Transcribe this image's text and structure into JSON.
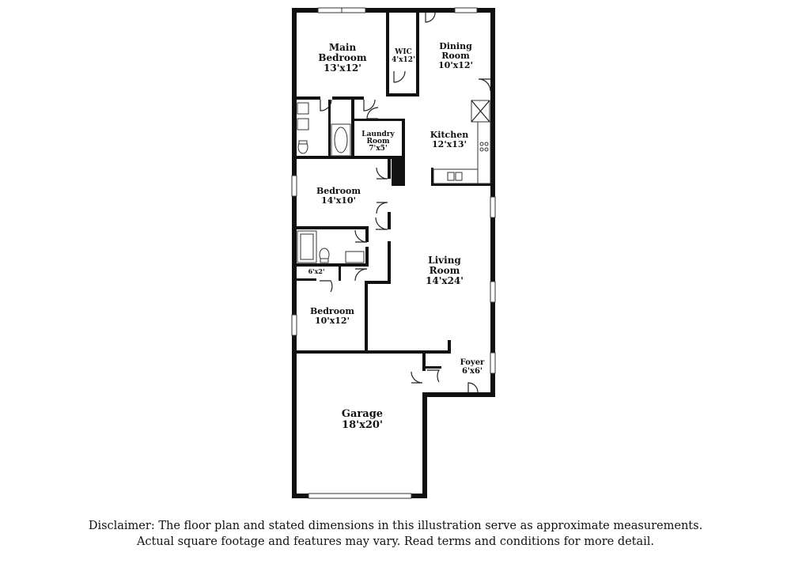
{
  "rooms": {
    "main_bedroom": {
      "name_1": "Main",
      "name_2": "Bedroom",
      "dims": "13'x12'"
    },
    "wic": {
      "name": "WIC",
      "dims": "4'x12'"
    },
    "dining": {
      "name_1": "Dining",
      "name_2": "Room",
      "dims": "10'x12'"
    },
    "kitchen": {
      "name": "Kitchen",
      "dims": "12'x13'"
    },
    "laundry": {
      "name_1": "Laundry",
      "name_2": "Room",
      "dims": "7'x5'"
    },
    "bedroom_2": {
      "name": "Bedroom",
      "dims": "14'x10'"
    },
    "closet": {
      "dims": "6'x2'"
    },
    "living": {
      "name_1": "Living",
      "name_2": "Room",
      "dims": "14'x24'"
    },
    "bedroom_3": {
      "name": "Bedroom",
      "dims": "10'x12'"
    },
    "foyer": {
      "name": "Foyer",
      "dims": "6'x6'"
    },
    "garage": {
      "name": "Garage",
      "dims": "18'x20'"
    }
  },
  "disclaimer": {
    "line_1": "Disclaimer: The floor plan and stated dimensions in this illustration serve as approximate measurements.",
    "line_2": "Actual square footage and features may vary. Read terms and conditions for more detail."
  }
}
